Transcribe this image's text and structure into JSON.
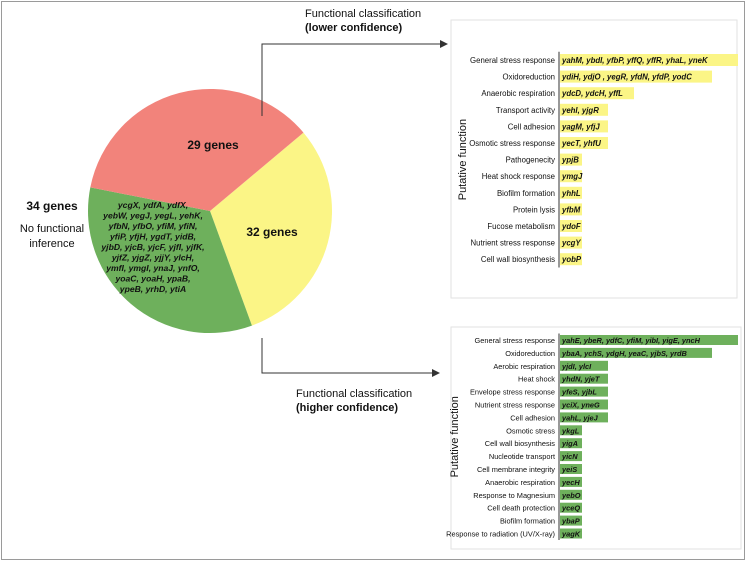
{
  "pie": {
    "slices": [
      {
        "label": "29 genes",
        "value": 29,
        "color": "#fbf586"
      },
      {
        "label": "32 genes",
        "value": 32,
        "color": "#6eb05c"
      },
      {
        "label": "34 genes",
        "value": 34,
        "color": "#f2837b"
      }
    ],
    "unknown_title": "34 genes",
    "unknown_caption": [
      "No functional",
      "inference"
    ],
    "unknown_genes": [
      "ycgX, ydfA, ydfX,",
      "yebW, yegJ, yegL, yehK,",
      "yfbN, yfbO, yfiM, yfiN,",
      "yfiP, yfjH, ygdT, yidB,",
      "yjbD, yjcB, yjcF, yjfI, yjfK,",
      "yjfZ, yjgZ, yjjY, ylcH,",
      "ymfI, ymgI, ynaJ, ynfO,",
      "yoaC, yoaH, ypaB,",
      "ypeB, yrhD, ytiA"
    ]
  },
  "lower": {
    "title": "Functional classification",
    "subtitle": "(lower confidence)",
    "ylabel": "Putative function",
    "color": "#fbf586",
    "chart_data": {
      "type": "bar",
      "orientation": "horizontal",
      "ylabel": "Putative function",
      "categories": [
        "General stress response",
        "Oxidoreduction",
        "Anaerobic respiration",
        "Transport activity",
        "Cell adhesion",
        "Osmotic stress response",
        "Pathogenecity",
        "Heat shock response",
        "Biofilm formation",
        "Protein lysis",
        "Fucose metabolism",
        "Nutrient stress response",
        "Cell wall biosynthesis"
      ],
      "values": [
        7,
        6,
        3,
        2,
        2,
        2,
        1,
        1,
        1,
        1,
        1,
        1,
        1
      ],
      "bar_labels": [
        "yahM, ybdI, yfbP, yffQ, yffR, yhaL, yneK",
        "ydiH, ydjO , yegR, yfdN, yfdP, yodC",
        "ydcD, ydcH, yffL",
        "yehI, yjgR",
        "yagM, yfjJ",
        "yecT, yhfU",
        "ypjB",
        "ymgJ",
        "yhhL",
        "yfbM",
        "ydoF",
        "ycgY",
        "yobP"
      ]
    }
  },
  "higher": {
    "title": "Functional classification",
    "subtitle": "(higher confidence)",
    "ylabel": "Putative function",
    "color": "#6eb05c",
    "chart_data": {
      "type": "bar",
      "orientation": "horizontal",
      "ylabel": "Putative function",
      "categories": [
        "General stress response",
        "Oxidoreduction",
        "Aerobic respiration",
        "Heat shock",
        "Envelope stress response",
        "Nutrient stress response",
        "Cell adhesion",
        "Osmotic stress",
        "Cell wall biosynthesis",
        "Nucleotide transport",
        "Cell membrane integrity",
        "Anaerobic respiration",
        "Response to Magnesium",
        "Cell death protection",
        "Biofilm formation",
        "Response to radiation (UV/X-ray)"
      ],
      "values": [
        7,
        6,
        2,
        2,
        2,
        2,
        2,
        1,
        1,
        1,
        1,
        1,
        1,
        1,
        1,
        1
      ],
      "bar_labels": [
        "yahE, ybeR, ydfC, yfiM, yibI, yigE, yncH",
        "ybaA, ychS, ydgH, yeaC, yjbS, yrdB",
        "yjdI, ylcI",
        "yhdN, yjeT",
        "yfeS, yjbL",
        "yciX, yneG",
        "yahL, yjeJ",
        "ykgL",
        "yigA",
        "yicN",
        "yeiS",
        "yecH",
        "yebO",
        "yceQ",
        "ybaP",
        "yagK"
      ]
    }
  }
}
